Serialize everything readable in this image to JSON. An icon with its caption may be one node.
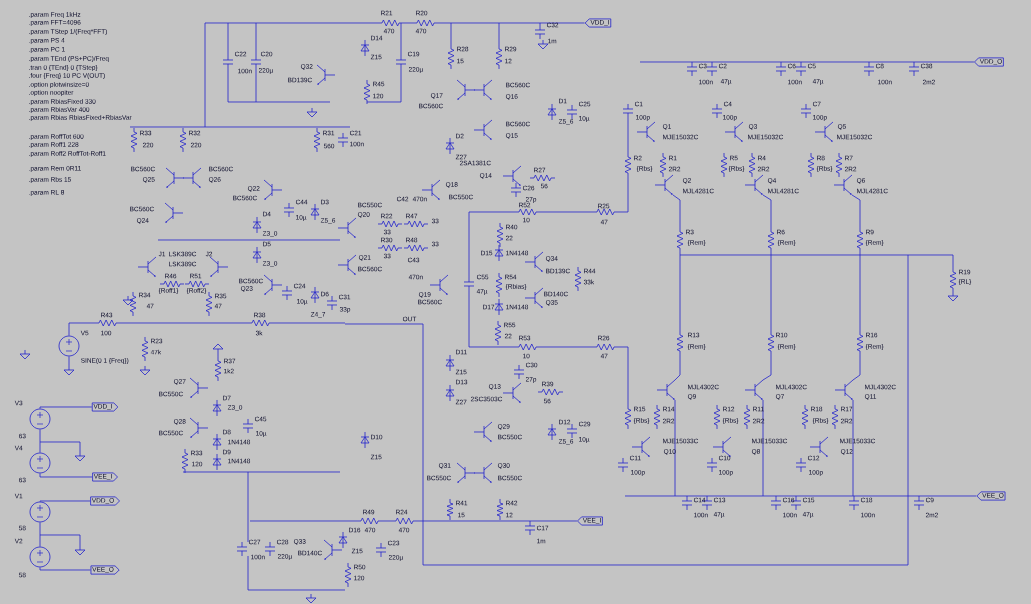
{
  "diagram": {
    "nodes": [
      {
        "text": [
          "VDD_I"
        ]
      },
      {
        "text": [
          "VDD_O"
        ]
      },
      {
        "text": [
          "VEE_I"
        ]
      },
      {
        "text": [
          "VEE_O"
        ]
      },
      {
        "text": [],
        "shape": "circle",
        "beside": [
          "V3",
          "63"
        ]
      },
      {
        "text": [
          "VDD_I"
        ]
      },
      {
        "text": [],
        "shape": "circle",
        "beside": [
          "V4",
          "63"
        ]
      },
      {
        "text": [
          "VEE_I"
        ]
      },
      {
        "text": [],
        "shape": "circle",
        "beside": [
          "V1",
          "58"
        ]
      },
      {
        "text": [
          "VDD_O"
        ]
      },
      {
        "text": [],
        "shape": "circle",
        "beside": [
          "V2",
          "58"
        ]
      },
      {
        "text": [
          "VEE_O"
        ]
      },
      {
        "text": [],
        "shape": "circle",
        "beside": [
          "V5",
          "SINE(0 1 {Freq})"
        ]
      }
    ],
    "edges": [
      {
        "from": 4,
        "to": 5,
        "arrow": "none"
      },
      {
        "from": 4,
        "to": 6,
        "arrow": "none"
      },
      {
        "from": 6,
        "to": 7,
        "arrow": "none"
      },
      {
        "from": 8,
        "to": 9,
        "arrow": "none"
      },
      {
        "from": 8,
        "to": 10,
        "arrow": "none"
      },
      {
        "from": 10,
        "to": 11,
        "arrow": "none"
      },
      {
        "from": null,
        "to": 0,
        "arrow": "none"
      },
      {
        "from": null,
        "to": 1,
        "arrow": "none"
      },
      {
        "from": null,
        "to": 2,
        "arrow": "none"
      },
      {
        "from": null,
        "to": 3,
        "arrow": "none"
      },
      {
        "from": 12,
        "to": null,
        "arrow": "none"
      },
      {
        "from": 12,
        "to": null,
        "arrow": "none"
      }
    ],
    "labels": [
      ".param Freq 1kHz",
      ".param FFT=4096",
      ".param TStep 1/(Freq*FFT)",
      ".param PS 4",
      ".param PC 1",
      ".param TEnd (PS+PC)/Freq",
      ".tran 0 {TEnd} 0 {TStep}",
      ".four {Freq} 10 PC V(OUT)",
      ".option plotwinsize=0",
      ".option noopiter",
      ".param RbiasFixed 330",
      ".param RbiasVar 400",
      ".param Rbias RbiasFixed+RbiasVar",
      ".param RoffTot 600",
      ".param Roff1 228",
      ".param Roff2 RoffTot-Roff1",
      ".param Rem 0R11",
      ".param Rbs 15",
      ".param RL 8",
      "C22",
      "100n",
      "C20",
      "220µ",
      "Q32",
      "BD139C",
      "R21",
      "470",
      "R20",
      "470",
      "D14",
      "Z15",
      "C19",
      "220µ",
      "R45",
      "120",
      "R28",
      "15",
      "R29",
      "12",
      "C32",
      "1m",
      "R33",
      "220",
      "R32",
      "220",
      "R31",
      "560",
      "C21",
      "100n",
      "BC560C",
      "Q25",
      "BC560C",
      "Q26",
      "Q17",
      "BC560C",
      "BC560C",
      "Q16",
      "D1",
      "C25",
      "10µ",
      "Z5_6",
      "BC560C",
      "Q15",
      "D2",
      "Z27",
      "C1",
      "100p",
      "Q1",
      "MJE15032C",
      "C4",
      "100p",
      "Q3",
      "MJE15032C",
      "C7",
      "100p",
      "Q5",
      "MJE15032C",
      "C3",
      "C2",
      "100n",
      "47µ",
      "C6",
      "C5",
      "100n",
      "47µ",
      "C8",
      "100n",
      "C38",
      "2m2",
      "R2",
      "{Rbs}",
      "R1",
      "2R2",
      "R5",
      "{Rbs}",
      "R4",
      "2R2",
      "R8",
      "{Rbs}",
      "R7",
      "2R2",
      "2SA1381C",
      "Q14",
      "R27",
      "56",
      "C26",
      "27p",
      "Q18",
      "BC550C",
      "Q2",
      "MJL4281C",
      "Q4",
      "MJL4281C",
      "Q6",
      "MJL4281C",
      "Q22",
      "BC560C",
      "BC560C",
      "Q24",
      "C44",
      "10µ",
      "D3",
      "Z5_6",
      "C42",
      "470n",
      "BC550C",
      "Q20",
      "R22",
      "33",
      "R47",
      "33",
      "R30",
      "33",
      "R48",
      "33",
      "Q21",
      "BC560C",
      "C43",
      "470n",
      "R52",
      "10",
      "R25",
      "47",
      "D4",
      "Z3_0",
      "D5",
      "Z3_0",
      "R3",
      "{Rem}",
      "R6",
      "{Rem}",
      "R9",
      "{Rem}",
      "R40",
      "22",
      "D15",
      "1N4148",
      "Q34",
      "BD139C",
      "R44",
      "33k",
      "C55",
      "47µ",
      "R54",
      "{Rbias}",
      "BD140C",
      "Q35",
      "D17",
      "1N4148",
      "R19",
      "{RL}",
      "J1",
      "LSK389C",
      "J2",
      "LSK389C",
      "R46",
      "R51",
      "{Roff1}",
      "{Roff2}",
      "BC560C",
      "Q23",
      "C24",
      "10µ",
      "D6",
      "C31",
      "33p",
      "R34",
      "47",
      "R35",
      "47",
      "Q19",
      "BC560C",
      "Z4_7",
      "OUT",
      "R43",
      "100",
      "R38",
      "3k",
      "R55",
      "22",
      "R53",
      "10",
      "R26",
      "47",
      "R23",
      "47k",
      "R13",
      "{Rem}",
      "R10",
      "{Rem}",
      "R16",
      "{Rem}",
      "D11",
      "Z15",
      "R37",
      "1k2",
      "C30",
      "27p",
      "D13",
      "Z27",
      "Q13",
      "2SC3503C",
      "R39",
      "56",
      "Q27",
      "BC550C",
      "MJL4302C",
      "Q9",
      "MJL4302C",
      "Q7",
      "MJL4302C",
      "Q11",
      "D7",
      "Z3_0",
      "R15",
      "{Rbs}",
      "R14",
      "2R2",
      "R12",
      "{Rbs}",
      "R11",
      "2R2",
      "R18",
      "{Rbs}",
      "R17",
      "2R2",
      "C45",
      "10µ",
      "D12",
      "C29",
      "10µ",
      "Z5_6",
      "Q28",
      "BC550C",
      "Q29",
      "BC550C",
      "D8",
      "1N4148",
      "D10",
      "Z15",
      "MJE15033C",
      "Q10",
      "MJE15033C",
      "Q8",
      "MJE15033C",
      "Q12",
      "D9",
      "1N4148",
      "R33",
      "120",
      "C11",
      "100p",
      "C10",
      "100p",
      "C12",
      "100p",
      "Q31",
      "BC550C",
      "Q30",
      "BC550C",
      "C14",
      "C13",
      "100n",
      "47µ",
      "C16",
      "C15",
      "100n",
      "47µ",
      "C18",
      "100n",
      "C9",
      "2m2",
      "R41",
      "15",
      "R42",
      "12",
      "C17",
      "1m",
      "R49",
      "D16",
      "470",
      "R24",
      "470",
      "C23",
      "220µ",
      "Z15",
      "R50",
      "120",
      "C27",
      "100n",
      "C28",
      "220µ",
      "Q33",
      "BD140C"
    ]
  }
}
